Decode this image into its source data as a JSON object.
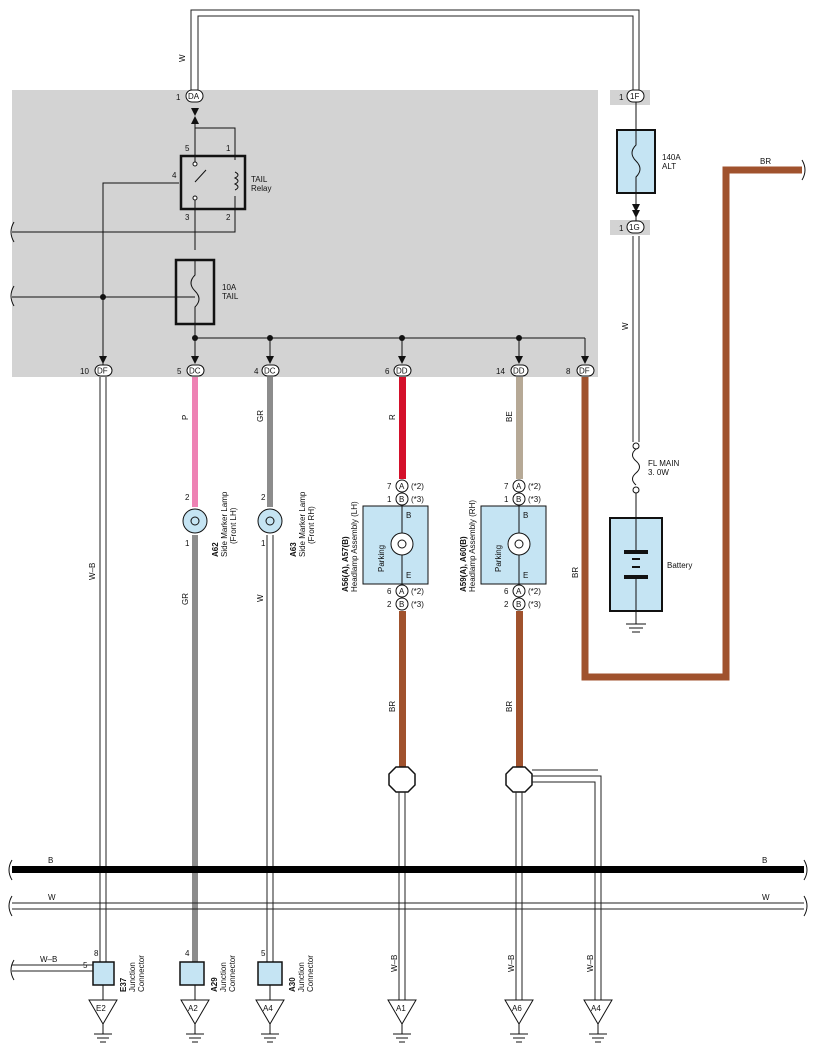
{
  "colors": {
    "white_wire": "#ffffff",
    "wire_outline": "#222222",
    "brown": "#a0522d",
    "pink": "#ee82b4",
    "gray": "#8c8c8c",
    "red": "#d4102a",
    "beige": "#b6a996",
    "black": "#000000",
    "component_fill": "#c5e4f3",
    "box_gray": "#d3d3d3"
  },
  "top_wire": {
    "color_code": "W"
  },
  "pins_top": {
    "da": {
      "num": "1",
      "code": "DA"
    },
    "f1": {
      "num": "1",
      "code": "1F"
    },
    "g1": {
      "num": "1",
      "code": "1G"
    }
  },
  "relay": {
    "name_line1": "TAIL",
    "name_line2": "Relay",
    "pin5": "5",
    "pin1": "1",
    "pin4": "4",
    "pin3": "3",
    "pin2": "2"
  },
  "fuse_tail": {
    "line1": "10A",
    "line2": "TAIL"
  },
  "fuse_alt": {
    "line1": "140A",
    "line2": "ALT"
  },
  "fuse_main": {
    "line1": "FL MAIN",
    "line2": "3. 0W"
  },
  "battery": {
    "label": "Battery"
  },
  "bottom_pins": [
    {
      "num": "10",
      "code": "DF"
    },
    {
      "num": "5",
      "code": "DC"
    },
    {
      "num": "4",
      "code": "DC"
    },
    {
      "num": "6",
      "code": "DD"
    },
    {
      "num": "14",
      "code": "DD"
    },
    {
      "num": "8",
      "code": "DF"
    }
  ],
  "wire_codes": {
    "df_left": "W–B",
    "dc5_upper": "P",
    "dc5_lower": "GR",
    "dc4_upper": "GR",
    "dc4_lower": "W",
    "dd6_upper": "R",
    "dd6_lower": "BR",
    "dd14_upper": "BE",
    "dd14_lower": "BR",
    "df8": "BR",
    "alt_w": "W",
    "br_right": "BR",
    "bus_b_left": "B",
    "bus_b_right": "B",
    "bus_w_left": "W",
    "bus_w_right": "W",
    "e37_in": "W–B",
    "a1_wire": "W–B",
    "a6_wire": "W–B",
    "a4_wire": "W–B"
  },
  "side_lamp_lh": {
    "id": "A62",
    "name": "Side Marker Lamp",
    "sub": "(Front LH)",
    "pin_top": "2",
    "pin_bottom": "1"
  },
  "side_lamp_rh": {
    "id": "A63",
    "name": "Side Marker Lamp",
    "sub": "(Front RH)",
    "pin_top": "2",
    "pin_bottom": "1"
  },
  "headlamp_lh": {
    "id": "A56(A), A57(B)",
    "name": "Headlamp Assembly (LH)",
    "inner": "Parking",
    "pin_b": "B",
    "pin_e": "E",
    "t1_num": "7",
    "t1_letter": "A",
    "t1_note": "(*2)",
    "t2_num": "1",
    "t2_letter": "B",
    "t2_note": "(*3)",
    "b1_num": "6",
    "b1_letter": "A",
    "b1_note": "(*2)",
    "b2_num": "2",
    "b2_letter": "B",
    "b2_note": "(*3)"
  },
  "headlamp_rh": {
    "id": "A59(A), A60(B)",
    "name": "Headlamp Assembly (RH)",
    "inner": "Parking",
    "pin_b": "B",
    "pin_e": "E",
    "t1_num": "7",
    "t1_letter": "A",
    "t1_note": "(*2)",
    "t2_num": "1",
    "t2_letter": "B",
    "t2_note": "(*3)",
    "b1_num": "6",
    "b1_letter": "A",
    "b1_note": "(*2)",
    "b2_num": "2",
    "b2_letter": "B",
    "b2_note": "(*3)"
  },
  "junctions": {
    "e37": {
      "id": "E37",
      "l1": "Junction",
      "l2": "Connector",
      "pin_top": "8",
      "pin_left": "5"
    },
    "a29": {
      "id": "A29",
      "l1": "Junction",
      "l2": "Connector",
      "pin_top": "4"
    },
    "a30": {
      "id": "A30",
      "l1": "Junction",
      "l2": "Connector",
      "pin_top": "5"
    }
  },
  "grounds": [
    "E2",
    "A2",
    "A4",
    "A1",
    "A6",
    "A4"
  ]
}
